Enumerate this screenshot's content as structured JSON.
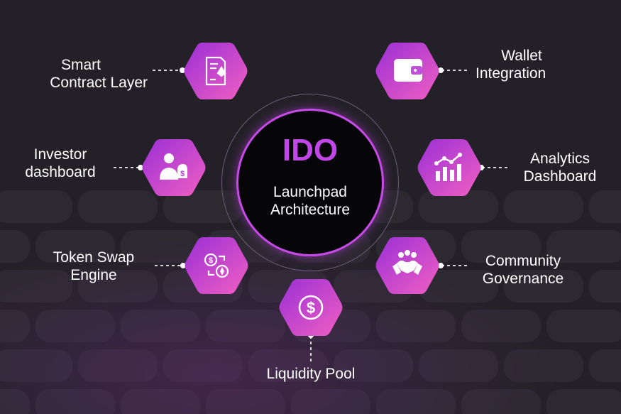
{
  "title": {
    "main": "IDO",
    "subtitle_line1": "Launchpad",
    "subtitle_line2": "Architecture"
  },
  "nodes": [
    {
      "id": "smart-contract-layer",
      "line1": "Smart",
      "line2": "Contract Layer",
      "icon": "smart-contract-document-icon"
    },
    {
      "id": "wallet-integration",
      "line1": "Wallet",
      "line2": "Integration",
      "icon": "wallet-icon"
    },
    {
      "id": "investor-dashboard",
      "line1": "Investor",
      "line2": "dashboard",
      "icon": "investor-money-bag-icon"
    },
    {
      "id": "analytics-dashboard",
      "line1": "Analytics",
      "line2": "Dashboard",
      "icon": "analytics-chart-icon"
    },
    {
      "id": "token-swap-engine",
      "line1": "Token Swap",
      "line2": "Engine",
      "icon": "token-swap-icon"
    },
    {
      "id": "community-governance",
      "line1": "Community",
      "line2": "Governance",
      "icon": "community-handshake-icon"
    },
    {
      "id": "liquidity-pool",
      "line1": "Liquidity Pool",
      "line2": "",
      "icon": "dollar-coin-icon"
    }
  ],
  "colors": {
    "background": "#232127",
    "grid_tile": "#2c2931",
    "grid_glow": "#7a2f8e",
    "hex_gradient_start": "#9b2fd6",
    "hex_gradient_end": "#f05fc2",
    "center_accent": "#c046e8",
    "connector": "#d8d8d8"
  }
}
